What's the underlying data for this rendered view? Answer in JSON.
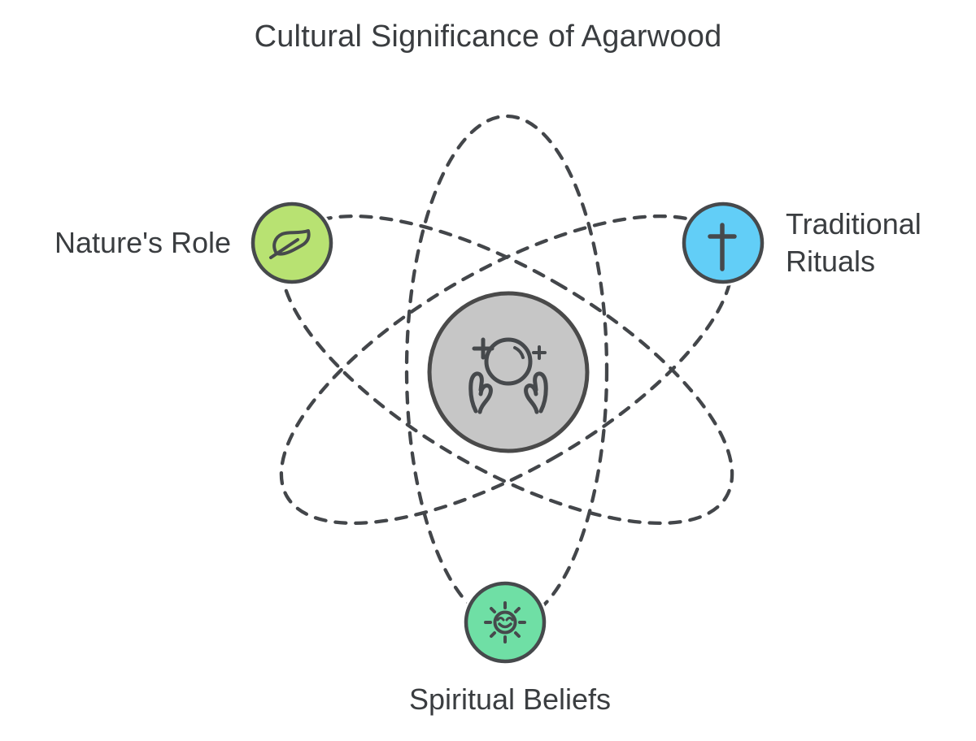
{
  "title": "Cultural Significance of Agarwood",
  "colors": {
    "background": "#ffffff",
    "orbit_stroke": "#43464a",
    "outline_stroke": "#46494c",
    "text": "#3a3d40"
  },
  "diagram": {
    "center": {
      "icon": "crystal-ball-hands-icon",
      "fill": "#c6c6c6",
      "stroke": "#4a4a4a"
    },
    "nodes": [
      {
        "label": "Nature's Role",
        "icon": "leaf-icon",
        "fill": "#b8e272",
        "position": "upper-left"
      },
      {
        "label": "Traditional Rituals",
        "icon": "cross-icon",
        "fill": "#62cef7",
        "position": "upper-right"
      },
      {
        "label": "Spiritual Beliefs",
        "icon": "sun-smile-icon",
        "fill": "#6fdfa5",
        "position": "bottom"
      }
    ]
  }
}
